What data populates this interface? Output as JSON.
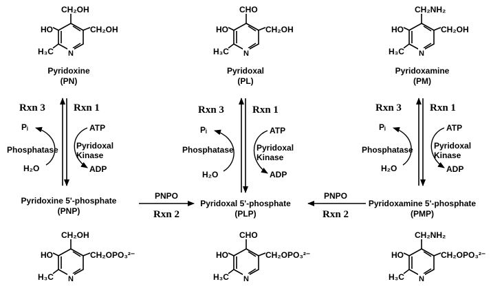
{
  "compounds": {
    "pn": {
      "name": "Pyridoxine",
      "abbr": "(PN)",
      "sub_top": "CH₂OH",
      "sub_right": "CH₂OH",
      "oh": "HO",
      "me": "H₃C",
      "n": "N"
    },
    "pl": {
      "name": "Pyridoxal",
      "abbr": "(PL)",
      "sub_top": "CHO",
      "sub_right": "CH₂OH",
      "oh": "HO",
      "me": "H₃C",
      "n": "N"
    },
    "pm": {
      "name": "Pyridoxamine",
      "abbr": "(PM)",
      "sub_top": "CH₂NH₂",
      "sub_right": "CH₂OH",
      "oh": "HO",
      "me": "H₃C",
      "n": "N"
    },
    "pnp": {
      "name": "Pyridoxine 5'-phosphate",
      "abbr": "(PNP)",
      "sub_top": "CH₂OH",
      "sub_right": "CH₂OPO₃²⁻",
      "oh": "HO",
      "me": "H₃C",
      "n": "N"
    },
    "plp": {
      "name": "Pyridoxal 5'-phosphate",
      "abbr": "(PLP)",
      "sub_top": "CHO",
      "sub_right": "CH₂OPO₃²⁻",
      "oh": "HO",
      "me": "H₃C",
      "n": "N"
    },
    "pmp": {
      "name": "Pyridoxamine 5'-phosphate",
      "abbr": "(PMP)",
      "sub_top": "CH₂NH₂",
      "sub_right": "CH₂OPO₃²⁻",
      "oh": "HO",
      "me": "H₃C",
      "n": "N"
    }
  },
  "reactions": {
    "rxn1": "Rxn 1",
    "rxn2": "Rxn 2",
    "rxn3": "Rxn 3",
    "pnpo": "PNPO"
  },
  "cycle": {
    "pi": "Pᵢ",
    "atp": "ATP",
    "phosphatase": "Phosphatase",
    "kinase_1": "Pyridoxal",
    "kinase_2": "Kinase",
    "h2o": "H₂O",
    "adp": "ADP"
  },
  "colors": {
    "ink": "#000000",
    "background": "#ffffff"
  }
}
